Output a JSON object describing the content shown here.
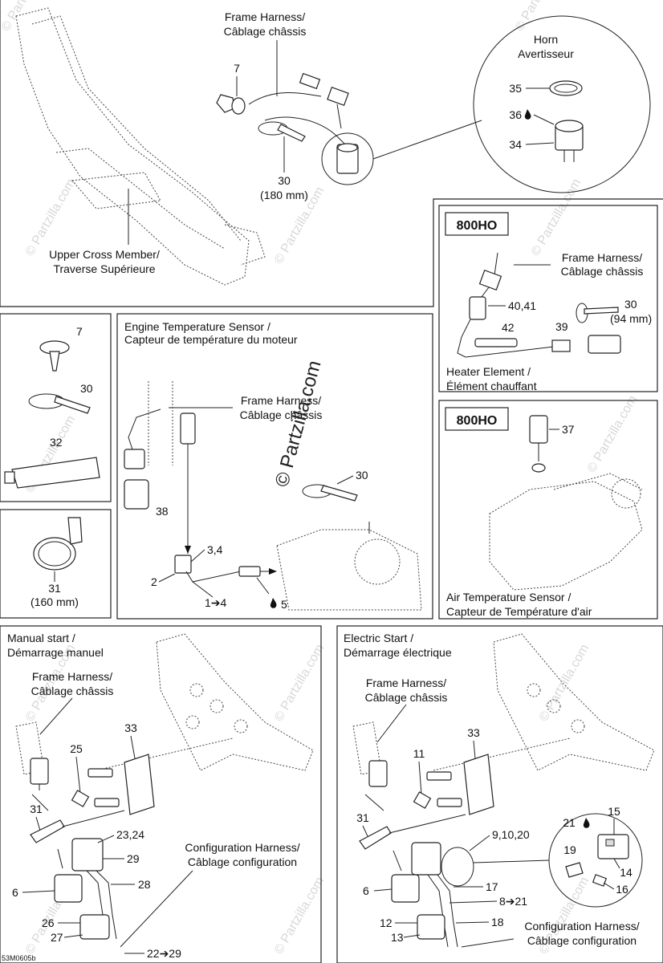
{
  "watermarks": [
    "© Partzilla.com"
  ],
  "big_watermark": "© Partzilla.com",
  "top": {
    "frame_harness": [
      "Frame Harness/",
      "Câblage châssis"
    ],
    "upper_cross": [
      "Upper Cross Member/",
      "Traverse Supérieure"
    ],
    "p7": "7",
    "p30": "30",
    "p30_size": "(180 mm)"
  },
  "horn": {
    "title": [
      "Horn",
      "Avertisseur"
    ],
    "p35": "35",
    "p36": "36",
    "p34": "34"
  },
  "ho800_a": {
    "tag": "800HO",
    "frame_harness": [
      "Frame Harness/",
      "Câblage châssis"
    ],
    "p4041": "40,41",
    "p30": "30",
    "p30_size": "(94 mm)",
    "p42": "42",
    "p39": "39",
    "heater": [
      "Heater Element /",
      "Élément chauffant"
    ]
  },
  "ho800_b": {
    "tag": "800HO",
    "p37": "37",
    "air": [
      "Air Temperature Sensor /",
      "Capteur de Température d'air"
    ]
  },
  "kit": {
    "p7": "7",
    "p30": "30",
    "p32": "32"
  },
  "clamp": {
    "p31": "31",
    "p31_size": "(160 mm)"
  },
  "eng": {
    "title": [
      "Engine Temperature Sensor /",
      "Capteur de température du moteur"
    ],
    "frame_harness": [
      "Frame Harness/",
      "Câblage châssis"
    ],
    "p30": "30",
    "p38": "38",
    "p34": "3,4",
    "p2": "2",
    "p1to4": "1➔4",
    "p5": "5"
  },
  "manual": {
    "title": [
      "Manual start /",
      "Démarrage manuel"
    ],
    "frame_harness": [
      "Frame Harness/",
      "Câblage châssis"
    ],
    "p33": "33",
    "p25": "25",
    "p31": "31",
    "p2324": "23,24",
    "p29": "29",
    "p28": "28",
    "p6": "6",
    "p26": "26",
    "p27": "27",
    "p22to29": "22➔29",
    "config": [
      "Configuration Harness/",
      "Câblage configuration"
    ]
  },
  "electric": {
    "title": [
      "Electric Start /",
      "Démarrage électrique"
    ],
    "frame_harness": [
      "Frame Harness/",
      "Câblage châssis"
    ],
    "p33": "33",
    "p11": "11",
    "p31": "31",
    "p91020": "9,10,20",
    "p21": "21",
    "p15": "15",
    "p19": "19",
    "p14": "14",
    "p16": "16",
    "p6": "6",
    "p17": "17",
    "p8to21": "8➔21",
    "p12": "12",
    "p13": "13",
    "p18": "18",
    "config": [
      "Configuration Harness/",
      "Câblage configuration"
    ]
  },
  "code": "53M0605b"
}
